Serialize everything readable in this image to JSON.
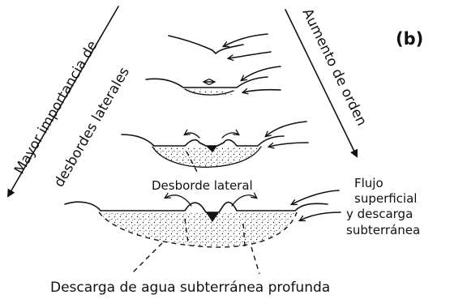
{
  "panel_label": "(b)",
  "left_axis": {
    "line1": "Mayor importancia de",
    "line2": "desbordes laterales"
  },
  "right_axis": {
    "label": "Aumento de orden"
  },
  "labels": {
    "lateral_overflow": "Desborde lateral",
    "surface_flow_line1": "Flujo",
    "surface_flow_line2": "superficial",
    "surface_flow_line3": "y descarga",
    "surface_flow_line4": "subterránea",
    "deep_discharge": "Descarga de agua subterránea profunda"
  },
  "icons": {
    "stream_order_1": "headwater-channel-icon",
    "stream_order_2": "small-channel-icon",
    "stream_order_3": "medium-channel-icon",
    "stream_order_4": "large-channel-icon"
  }
}
